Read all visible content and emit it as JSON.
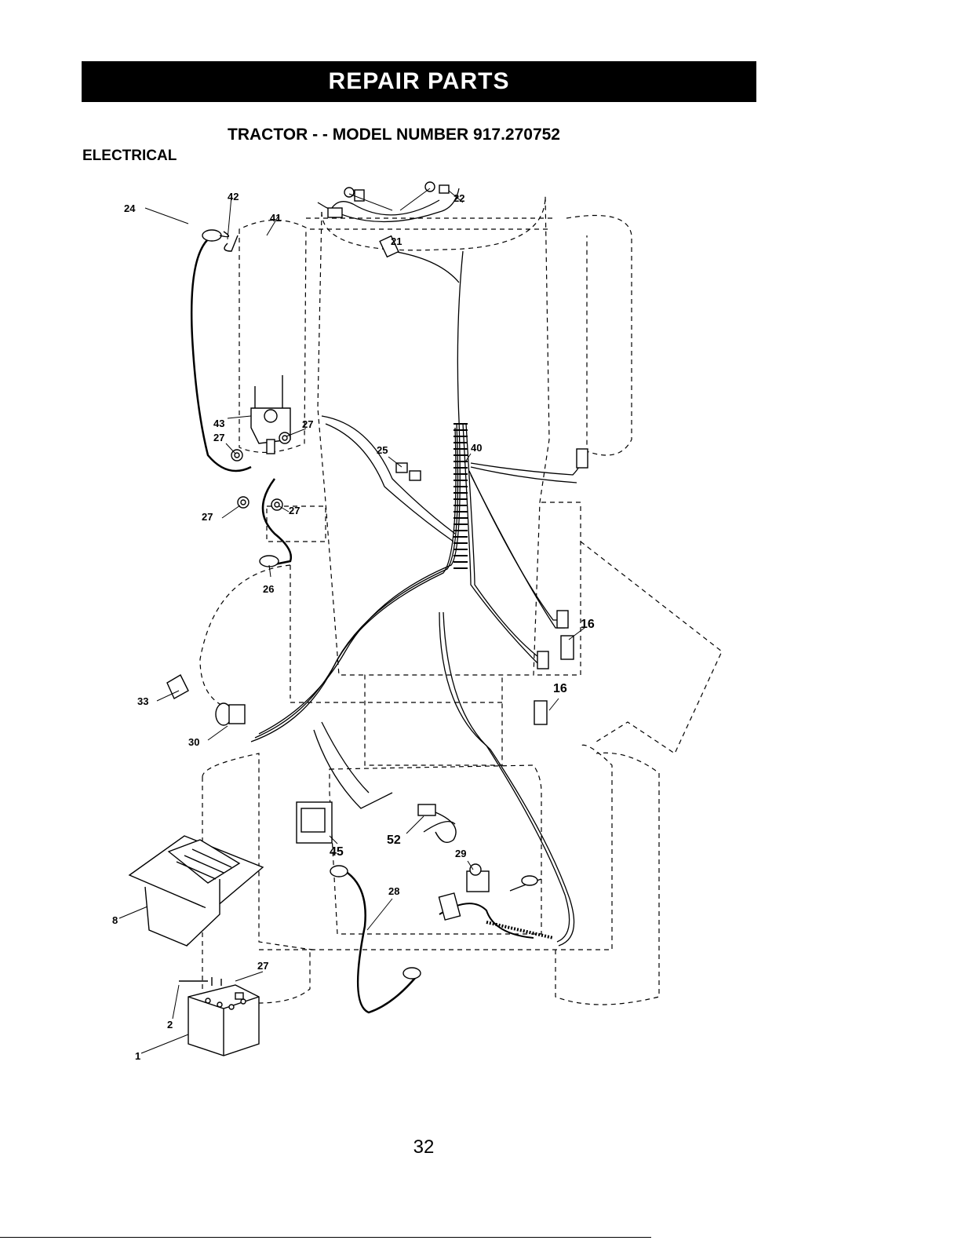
{
  "header": {
    "banner": "REPAIR PARTS",
    "model_title": "TRACTOR - - MODEL NUMBER 917.270752",
    "section": "ELECTRICAL"
  },
  "page_number": "32",
  "callouts": [
    "1",
    "2",
    "8",
    "16",
    "16",
    "21",
    "22",
    "24",
    "25",
    "26",
    "27",
    "27",
    "27",
    "27",
    "27",
    "28",
    "29",
    "30",
    "33",
    "40",
    "41",
    "42",
    "43",
    "45",
    "52"
  ]
}
